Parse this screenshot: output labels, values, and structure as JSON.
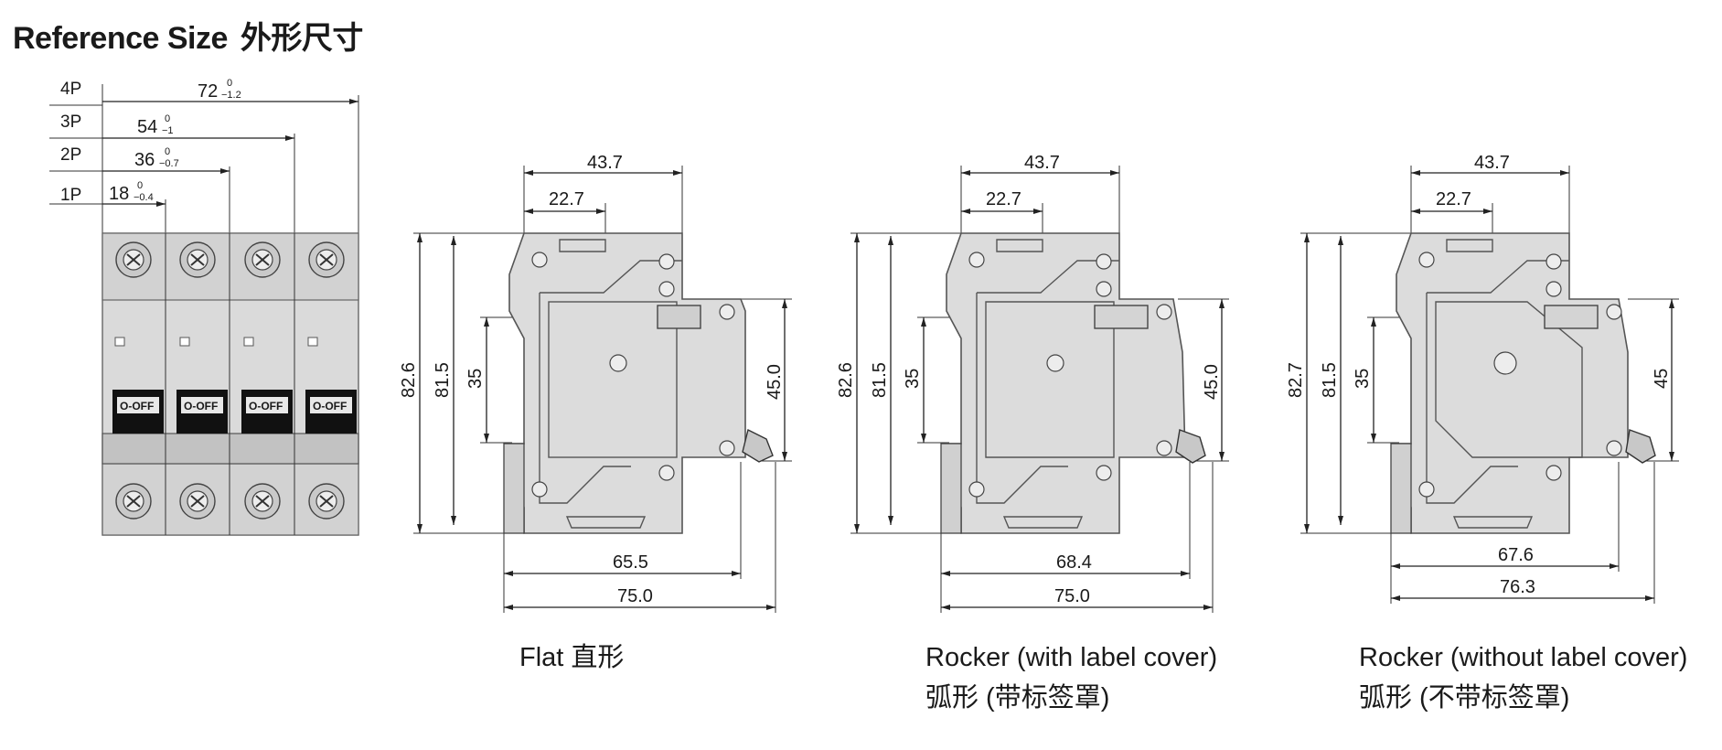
{
  "title": {
    "en": "Reference Size",
    "cn": "外形尺寸"
  },
  "front_view": {
    "pole_labels": [
      "4P",
      "3P",
      "2P",
      "1P"
    ],
    "widths": [
      {
        "main": "72",
        "upper": "0",
        "lower": "−1.2"
      },
      {
        "main": "54",
        "upper": "0",
        "lower": "−1"
      },
      {
        "main": "36",
        "upper": "0",
        "lower": "−0.7"
      },
      {
        "main": "18",
        "upper": "0",
        "lower": "−0.4"
      }
    ],
    "handle_label": "O-OFF"
  },
  "side_views": [
    {
      "top_width": "43.7",
      "top_inner": "22.7",
      "height_outer": "82.6",
      "height_body": "81.5",
      "height_rail": "35",
      "height_right": "45.0",
      "bottom_inner": "65.5",
      "bottom_outer": "75.0",
      "caption_line1": "Flat 直形",
      "caption_line2": ""
    },
    {
      "top_width": "43.7",
      "top_inner": "22.7",
      "height_outer": "82.6",
      "height_body": "81.5",
      "height_rail": "35",
      "height_right": "45.0",
      "bottom_inner": "68.4",
      "bottom_outer": "75.0",
      "caption_line1": "Rocker (with label cover)",
      "caption_line2": "弧形 (带标签罩)"
    },
    {
      "top_width": "43.7",
      "top_inner": "22.7",
      "height_outer": "82.7",
      "height_body": "81.5",
      "height_rail": "35",
      "height_right": "45",
      "bottom_inner": "67.6",
      "bottom_outer": "76.3",
      "caption_line1": "Rocker (without label cover)",
      "caption_line2": "弧形 (不带标签罩)"
    }
  ]
}
